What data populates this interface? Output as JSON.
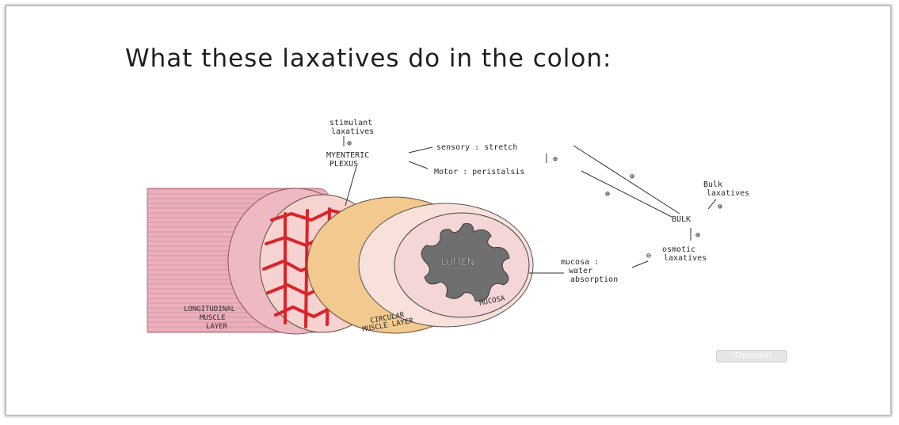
{
  "slide": {
    "title": "What these laxatives do in the colon:"
  },
  "diagram": {
    "stimulant_laxatives": [
      "stimulant",
      "laxatives"
    ],
    "stimulant_sign": "⊕",
    "myenteric_plexus": [
      "MYENTERIC",
      "PLEXUS"
    ],
    "sensory": "sensory : stretch",
    "stretch_sign": "⊕",
    "motor": "Motor : peristalsis",
    "bulk_laxatives": [
      "Bulk",
      "laxatives"
    ],
    "bulk_laxatives_sign": "⊕",
    "bulk": "BULK",
    "bulk_sign": "⊕",
    "bulk_to_sensory_sign": "⊕",
    "bulk_to_motor_sign": "⊕",
    "osmotic_laxatives": [
      "osmotic",
      "laxatives"
    ],
    "osmotic_sign": "⊖",
    "mucosa_effect": [
      "mucosa :",
      "water",
      "absorption"
    ],
    "lumen": "LUMEN",
    "mucosa": "MUCOSA",
    "longitudinal_muscle": [
      "LONGITUDINAL",
      "MUSCLE",
      "LAYER"
    ],
    "circular_muscle": [
      "CIRCULAR",
      "MUSCLE LAYER"
    ]
  },
  "watermark": "(Osmosis)",
  "colors": {
    "longitudinal": "#e9a9b4",
    "plexus_red": "#d9242b",
    "circular": "#f2c98f",
    "submucosa": "#f7e1da",
    "mucosa_disc": "#f4d6d6",
    "lumen": "#6f6f6f"
  }
}
